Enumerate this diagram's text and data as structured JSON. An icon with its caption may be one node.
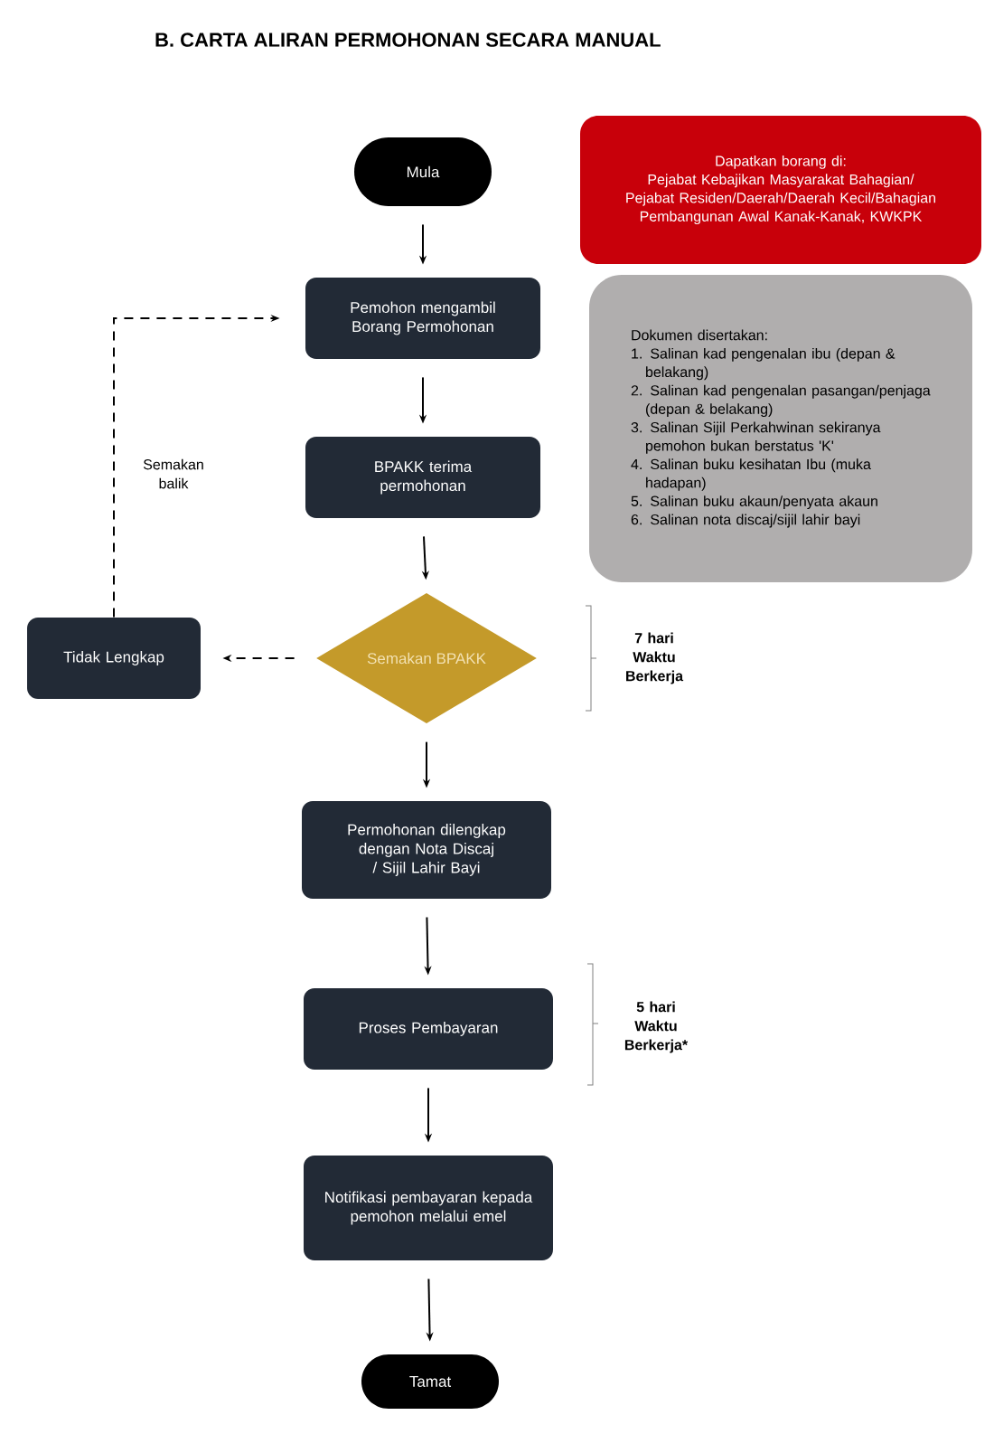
{
  "diagram": {
    "title": "B.   CARTA ALIRAN PERMOHONAN SECARA MANUAL",
    "nodes": [
      {
        "text": [
          "Mula"
        ]
      },
      {
        "text": [
          "Dapatkan borang di:",
          "Pejabat Kebajikan Masyarakat Bahagian/ Pejabat Residen/Daerah/Daerah Kecil/Bahagian Pembangunan Awal Kanak-Kanak, KWKPK"
        ]
      },
      {
        "text": [
          "Pemohon mengambil Borang Permohonan"
        ]
      },
      {
        "text": [
          "Dokumen disertakan:",
          "1. Salinan kad pengenalan ibu (depan & belakang)",
          "2. Salinan kad pengenalan pasangan/penjaga (depan & belakang)",
          "3. Salinan Sijil Perkahwinan sekiranya pemohon bukan berstatus 'K'",
          "4. Salinan buku kesihatan Ibu (muka hadapan)",
          "5. Salinan buku akaun/penyata akaun",
          "6. Salinan nota discaj/sijil lahir bayi"
        ]
      },
      {
        "text": [
          "BPAKK terima permohonan"
        ]
      },
      {
        "text": [
          "Tidak Lengkap"
        ]
      },
      {
        "text": [
          "Semakan BPAKK"
        ]
      },
      {
        "text": [
          "Permohonan dilengkap dengan Nota Discaj / Sijil Lahir Bayi"
        ]
      },
      {
        "text": [
          "Proses Pembayaran"
        ]
      },
      {
        "text": [
          "Notifikasi pembayaran kepada pemohon melalui emel"
        ]
      },
      {
        "text": [
          "Tamat"
        ]
      }
    ],
    "edges": [
      {
        "from": 0,
        "to": 2,
        "arrow": "to"
      },
      {
        "from": 2,
        "to": 4,
        "arrow": "to"
      },
      {
        "from": 4,
        "to": 6,
        "arrow": "to"
      },
      {
        "from": 6,
        "to": 5,
        "arrow": "to",
        "style": "dashed"
      },
      {
        "from": 5,
        "to": 2,
        "arrow": "to",
        "style": "dashed",
        "label": "Semakan balik"
      },
      {
        "from": 6,
        "to": 7,
        "arrow": "to"
      },
      {
        "from": 7,
        "to": 8,
        "arrow": "to"
      },
      {
        "from": 8,
        "to": 9,
        "arrow": "to"
      },
      {
        "from": 9,
        "to": 10,
        "arrow": "to"
      }
    ],
    "labels": [
      "7 hari Waktu Berkerja",
      "5 hari Waktu Berkerja*"
    ]
  }
}
